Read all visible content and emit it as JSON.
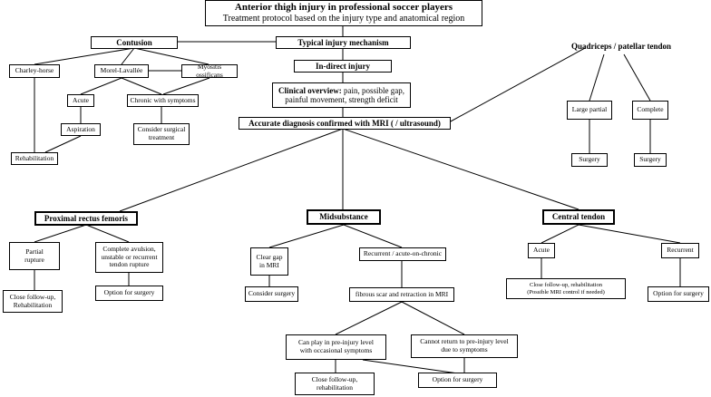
{
  "title": {
    "line1": "Anterior thigh injury in professional soccer players",
    "line2": "Treatment protocol based on the injury type and anatomical region"
  },
  "nodes": {
    "contusion": "Contusion",
    "typical_mechanism": "Typical injury mechanism",
    "indirect_injury": "In-direct injury",
    "clinical_overview": {
      "label": "Clinical overview:",
      "line1_rest": " pain, possible gap,",
      "line2": "painful movement, strength deficit"
    },
    "accurate_diagnosis": "Accurate diagnosis confirmed with MRI ( / ultrasound)",
    "charley_horse": "Charley-horse",
    "morel_lavallee": "Morel-Lavallée",
    "myositis_ossificans": "Myositis ossificans",
    "acute_contusion": "Acute",
    "chronic_symptoms": "Chronic with symptoms",
    "aspiration": "Aspiration",
    "consider_surgical": {
      "line1": "Consider surgical",
      "line2": "treatment"
    },
    "rehabilitation": "Rehabilitation",
    "quadriceps_patellar": "Quadriceps / patellar tendon",
    "large_partial": "Large partial",
    "complete": "Complete",
    "surgery_left": "Surgery",
    "surgery_right": "Surgery",
    "proximal_rf": "Proximal rectus femoris",
    "partial_rupture": {
      "line1": "Partial",
      "line2": "rupture"
    },
    "complete_avulsion": {
      "line1": "Complete avulsion,",
      "line2": "unstable or recurrent",
      "line3": "tendon rupture"
    },
    "close_followup_prox": {
      "line1": "Close follow-up,",
      "line2": "Rehabilitation"
    },
    "option_surgery_prox": "Option for surgery",
    "midsubstance": "Midsubstance",
    "clear_gap": {
      "line1": "Clear gap",
      "line2": "in MRI"
    },
    "recurrent_acute_chronic": "Recurrent / acute-on-chronic",
    "consider_surgery_mid": "Consider surgery",
    "fibrous_scar": "fibrous scar and retraction in MRI",
    "can_play": {
      "line1": "Can play in pre-injury level",
      "line2": "with occasional symptoms"
    },
    "cannot_return": {
      "line1": "Cannot return to pre-injury level",
      "line2": "due to symptoms"
    },
    "close_followup_mid": {
      "line1": "Close follow-up,",
      "line2": "rehabilitation"
    },
    "option_surgery_mid": "Option for surgery",
    "central_tendon": "Central tendon",
    "acute_central": "Acute",
    "recurrent_central": "Recurrent",
    "close_followup_central": {
      "line1": "Close follow-up, rehabilitation",
      "line2": "(Possible MRI control if needed)"
    },
    "option_surgery_central": "Option for surgery"
  }
}
